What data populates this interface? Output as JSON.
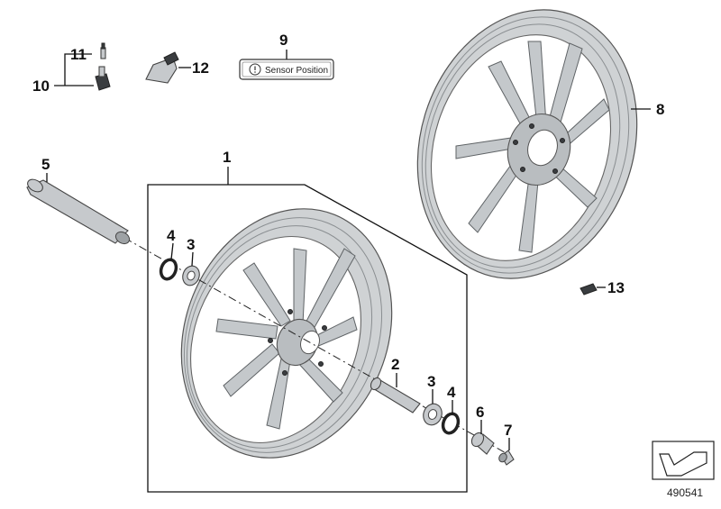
{
  "diagram": {
    "title": "Cast rim, front and rear wheel exploded view",
    "drawing_number": "490541",
    "sensor_label": "Sensor Position",
    "callouts": {
      "p1": "1",
      "p2": "2",
      "p3a": "3",
      "p3b": "3",
      "p4a": "4",
      "p4b": "4",
      "p5": "5",
      "p6": "6",
      "p7": "7",
      "p8": "8",
      "p9": "9",
      "p10": "10",
      "p11": "11",
      "p12": "12",
      "p13": "13"
    },
    "colors": {
      "rim": "#cfd2d4",
      "line": "#111111"
    }
  }
}
